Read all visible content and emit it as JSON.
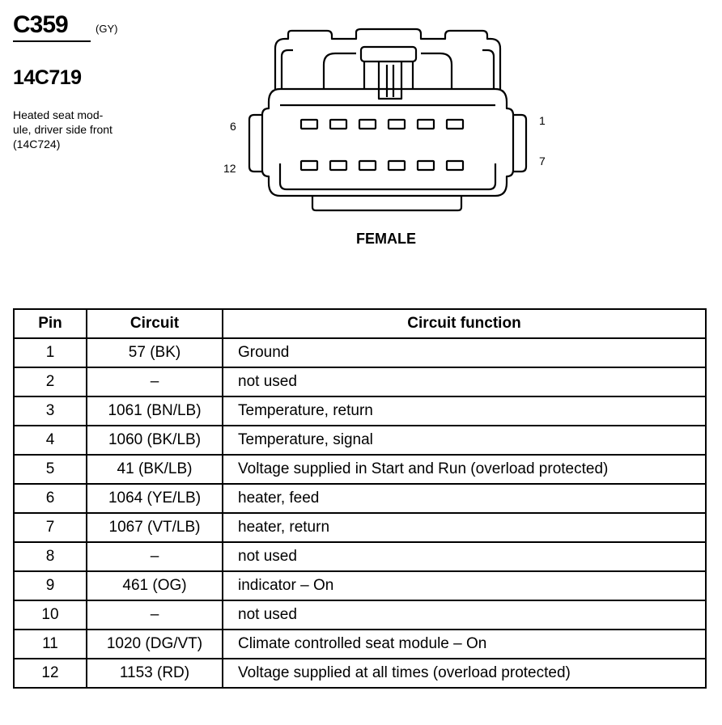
{
  "header": {
    "connector_id": "C359",
    "color_code": "(GY)",
    "part_number": "14C719",
    "description_lines": [
      "Heated seat mod-",
      "ule, driver side front",
      "(14C724)"
    ]
  },
  "diagram": {
    "pin_labels": {
      "top_left": "6",
      "bottom_left": "12",
      "top_right": "1",
      "bottom_right": "7"
    },
    "gender": "FEMALE"
  },
  "table": {
    "headers": {
      "pin": "Pin",
      "circuit": "Circuit",
      "function": "Circuit function"
    },
    "rows": [
      {
        "pin": "1",
        "circuit": "57 (BK)",
        "function": "Ground"
      },
      {
        "pin": "2",
        "circuit": "–",
        "function": "not used"
      },
      {
        "pin": "3",
        "circuit": "1061 (BN/LB)",
        "function": "Temperature, return"
      },
      {
        "pin": "4",
        "circuit": "1060 (BK/LB)",
        "function": "Temperature, signal"
      },
      {
        "pin": "5",
        "circuit": "41 (BK/LB)",
        "function": "Voltage supplied in Start and Run (overload protected)"
      },
      {
        "pin": "6",
        "circuit": "1064 (YE/LB)",
        "function": "heater, feed"
      },
      {
        "pin": "7",
        "circuit": "1067 (VT/LB)",
        "function": "heater, return"
      },
      {
        "pin": "8",
        "circuit": "–",
        "function": "not used"
      },
      {
        "pin": "9",
        "circuit": "461 (OG)",
        "function": "indicator – On"
      },
      {
        "pin": "10",
        "circuit": "–",
        "function": "not used"
      },
      {
        "pin": "11",
        "circuit": "1020 (DG/VT)",
        "function": "Climate controlled seat module – On"
      },
      {
        "pin": "12",
        "circuit": "1153 (RD)",
        "function": "Voltage supplied at all times (overload protected)"
      }
    ]
  }
}
